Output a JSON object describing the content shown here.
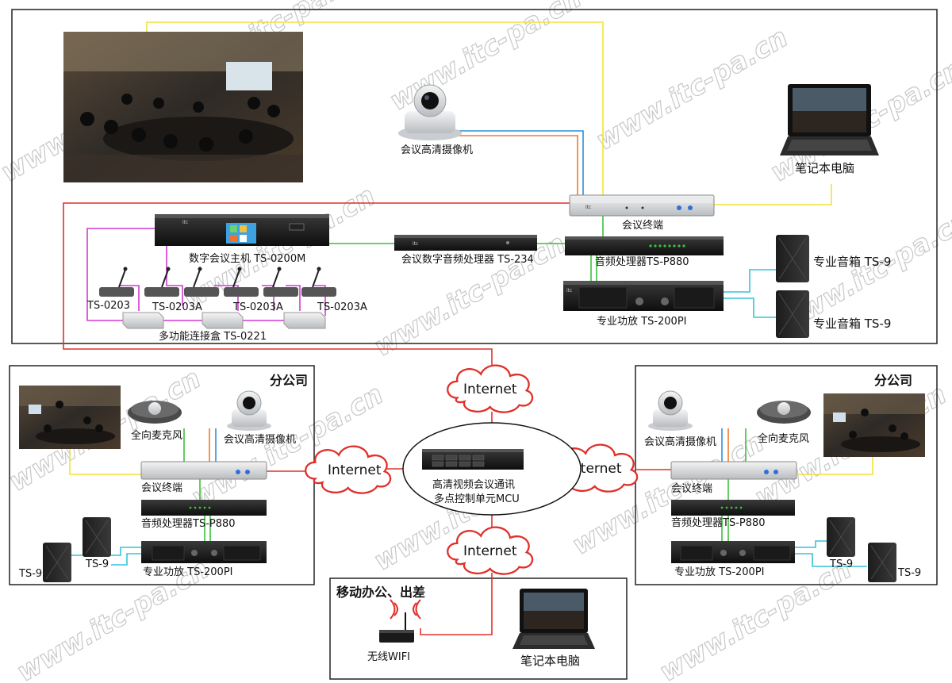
{
  "watermark": "www.itc-pa.cn",
  "hq": {
    "camera": "会议高清摄像机",
    "laptop": "笔记本电脑",
    "terminal": "会议终端",
    "host": "数字会议主机 TS-0200M",
    "dsp": "会议数字音频处理器 TS-234",
    "audio_processor": "音频处理器TS-P880",
    "amplifier": "专业功放 TS-200PI",
    "speaker_1": "专业音箱 TS-9",
    "speaker_2": "专业音箱 TS-9",
    "mic_chair": "TS-0203",
    "mic_delegate_1": "TS-0203A",
    "mic_delegate_2": "TS-0203A",
    "mic_delegate_3": "TS-0203A",
    "connection_box": "多功能连接盒 TS-0221"
  },
  "branch_left": {
    "title": "分公司",
    "mic": "全向麦克风",
    "camera": "会议高清摄像机",
    "terminal": "会议终端",
    "audio_processor": "音频处理器TS-P880",
    "amplifier": "专业功放 TS-200PI",
    "speaker_a": "TS-9",
    "speaker_b": "TS-9"
  },
  "branch_right": {
    "title": "分公司",
    "mic": "全向麦克风",
    "camera": "会议高清摄像机",
    "terminal": "会议终端",
    "audio_processor": "音频处理器TS-P880",
    "amplifier": "专业功放 TS-200PI",
    "speaker_a": "TS-9",
    "speaker_b": "TS-9"
  },
  "mcu": {
    "line1": "高清视频会议通讯",
    "line2": "多点控制单元MCU"
  },
  "clouds": {
    "top": "Internet",
    "left": "Internet",
    "right": "Internet",
    "bottom": "Internet"
  },
  "mobile": {
    "title": "移动办公、出差",
    "wifi": "无线WIFI",
    "laptop": "笔记本电脑"
  },
  "colors": {
    "frame": "#222222",
    "red": "#e0302a",
    "yellow": "#f2e23a",
    "blue": "#2f8fd8",
    "orange": "#f07a2a",
    "green": "#3cbf3c",
    "cyan": "#35c4d8",
    "magenta": "#d23ad2"
  }
}
